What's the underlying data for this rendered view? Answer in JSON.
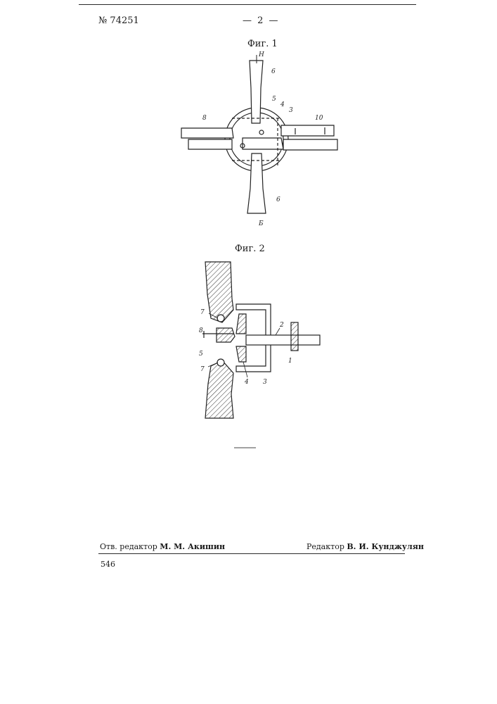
{
  "header": {
    "patent_number": "№ 74251",
    "page_number": "— 2 —"
  },
  "figure1": {
    "caption": "Фиг. 1",
    "labels": {
      "top": "Н",
      "bottom": "Б",
      "l6a": "6",
      "l6b": "6",
      "l5": "5",
      "l4": "4",
      "l3": "3",
      "l8": "8",
      "l10": "10"
    }
  },
  "figure2": {
    "caption": "Фиг. 2",
    "labels": {
      "l7a": "7",
      "l7b": "7",
      "l8": "8",
      "l5": "5",
      "l4": "4",
      "l3": "3",
      "l2": "2",
      "l1": "1"
    }
  },
  "footer": {
    "left_role": "Отв. редактор",
    "left_name": "М. М. Акишин",
    "right_role": "Редактор",
    "right_name": "В. И. Кунджулян",
    "code": "546"
  }
}
